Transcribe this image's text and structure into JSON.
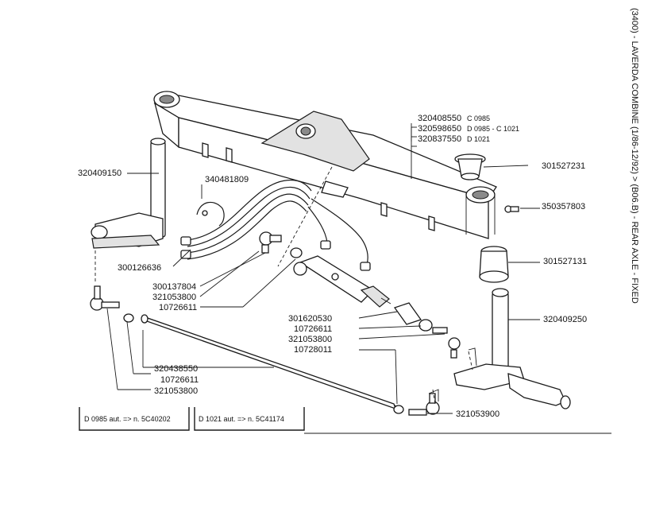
{
  "page": {
    "side_title": "(3400) - LAVERDA COMBINE (1/86-12/92) > (B06.B) - REAR AXLE - FIXED"
  },
  "labels": {
    "p320408550": "320408550",
    "p320408550_code": "C 0985",
    "p320598650": "320598650",
    "p320598650_code": "D 0985 - C 1021",
    "p320837550": "320837550",
    "p320837550_code": "D 1021",
    "p301527231": "301527231",
    "p350357803": "350357803",
    "p301527131": "301527131",
    "p320409250": "320409250",
    "p320409150": "320409150",
    "p340481809": "340481809",
    "p300126636": "300126636",
    "p300137804": "300137804",
    "p321053800_a": "321053800",
    "p10726611_a": "10726611",
    "p301620530": "301620530",
    "p10726611_b": "10726611",
    "p321053800_b": "321053800",
    "p10728011": "10728011",
    "p320438550": "320438550",
    "p10726611_c": "10726611",
    "p321053800_c": "321053800",
    "p321053900": "321053900"
  },
  "footer": {
    "left_note": "D 0985 aut. => n. 5C40202",
    "right_note": "D 1021 aut. => n. 5C41174"
  }
}
